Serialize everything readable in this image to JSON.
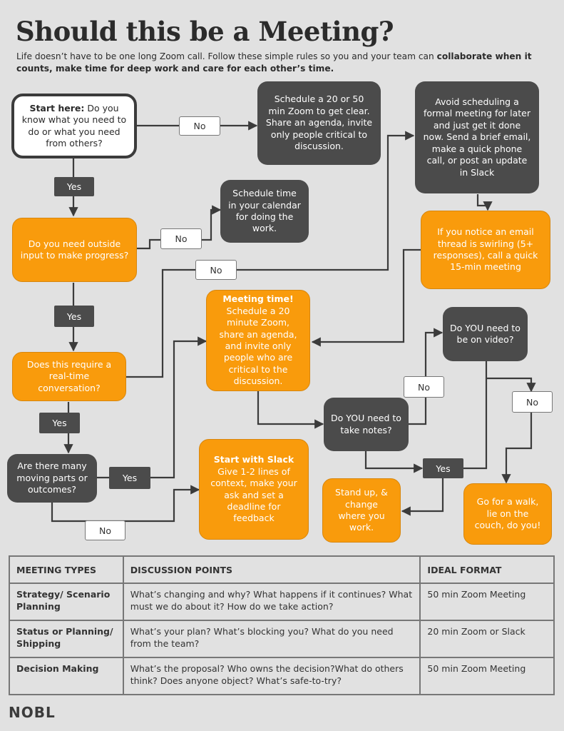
{
  "header": {
    "title": "Should this be a Meeting?",
    "subtitle_plain": "Life doesn’t have to be one long Zoom call. Follow these simple rules so you and your team can ",
    "subtitle_bold": "collaborate when it counts, make time for deep work and care for each other’s time."
  },
  "nodes": {
    "start_label": "Start here:",
    "start_text": " Do you know what you need to do or what you need from others?",
    "schedule_20_50": "Schedule a 20 or 50 min Zoom to get clear. Share an agenda, invite only people critical to discussion.",
    "avoid_formal": "Avoid scheduling a formal meeting for later and just get it done now. Send a brief email, make a quick phone call, or post an update in Slack",
    "schedule_time": "Schedule time in your calendar for doing the work.",
    "outside_input": "Do you need outside input to make progress?",
    "email_swirling": "If you notice an email thread is swirling (5+ responses), call a quick 15-min meeting",
    "meeting_time_label": "Meeting time!",
    "meeting_time_text": " Schedule a 20 minute Zoom, share an agenda, and invite only people who are critical to the discussion.",
    "need_video": "Do YOU need to be on video?",
    "real_time": "Does this require a real-time conversation?",
    "take_notes": "Do YOU need to take notes?",
    "moving_parts": "Are there many moving parts or outcomes?",
    "slack_label": "Start with Slack",
    "slack_text": " Give 1-2 lines of context, make your ask and set a deadline for feedback",
    "stand_up": "Stand up, & change where you work.",
    "go_walk": "Go for a walk, lie on the couch, do you!"
  },
  "labels": {
    "no_1": "No",
    "yes_1": "Yes",
    "no_2": "No",
    "no_3": "No",
    "yes_2": "Yes",
    "yes_3": "Yes",
    "yes_4": "Yes",
    "no_4": "No",
    "no_5": "No",
    "no_6": "No",
    "yes_5": "Yes"
  },
  "table": {
    "headers": [
      "MEETING TYPES",
      "DISCUSSION POINTS",
      "IDEAL FORMAT"
    ],
    "rows": [
      {
        "type": "Strategy/ Scenario Planning",
        "points": "What’s changing and why? What happens if it continues? What must we do about it? How do we take action?",
        "format": "50 min Zoom Meeting"
      },
      {
        "type": "Status or Planning/ Shipping",
        "points": "What’s your plan? What’s blocking you? What do you need from the team?",
        "format": "20 min Zoom or Slack"
      },
      {
        "type": "Decision Making",
        "points": "What’s the proposal? Who owns the decision?What do others think? Does anyone object? What’s safe-to-try?",
        "format": "50 min Zoom Meeting"
      }
    ]
  },
  "footer": {
    "logo": "NOBL"
  },
  "colors": {
    "background": "#e1e1e1",
    "orange": "#f99b0c",
    "dark": "#4b4b4b",
    "line": "#3b3b3b"
  }
}
